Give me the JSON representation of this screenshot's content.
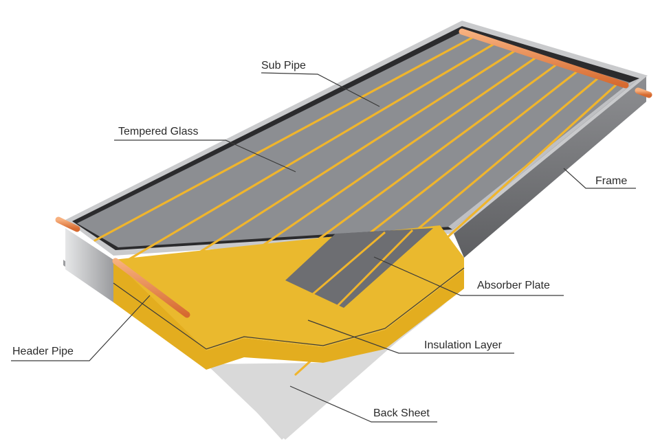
{
  "labels": {
    "sub_pipe": "Sub Pipe",
    "tempered_glass": "Tempered Glass",
    "frame": "Frame",
    "absorber_plate": "Absorber Plate",
    "insulation_layer": "Insulation Layer",
    "header_pipe": "Header Pipe",
    "back_sheet": "Back Sheet"
  },
  "colors": {
    "glass": "#8c8e92",
    "frame_light": "#d3d4d6",
    "frame_dark": "#6f7074",
    "sub_pipe": "#f0b52c",
    "header_pipe": "#e8844a",
    "insulation": "#eab92e",
    "back_sheet": "#d8d8d8"
  }
}
